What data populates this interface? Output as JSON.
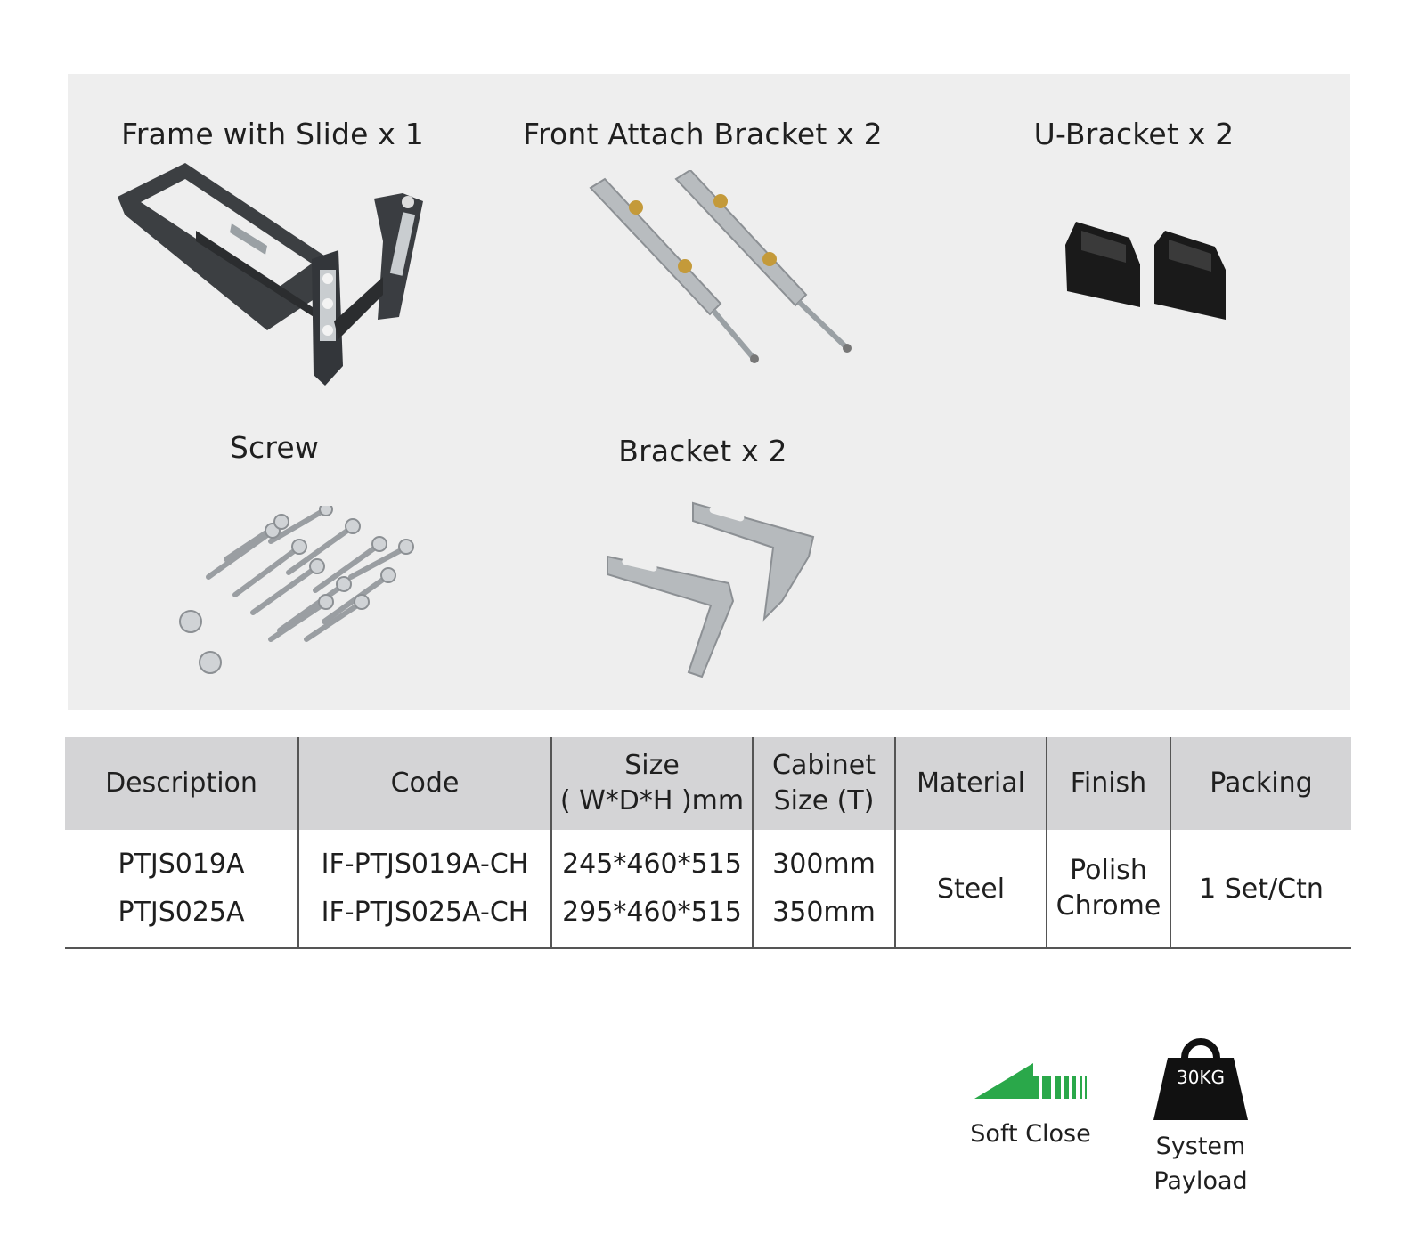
{
  "parts": [
    {
      "title": "Frame with Slide x 1",
      "image": "frame-with-slide"
    },
    {
      "title": "Front Attach Bracket x 2",
      "image": "front-attach-bracket"
    },
    {
      "title": "U-Bracket x 2",
      "image": "u-bracket"
    },
    {
      "title": "Screw",
      "image": "screws"
    },
    {
      "title": "Bracket x 2",
      "image": "l-bracket"
    }
  ],
  "table": {
    "headers": {
      "description": "Description",
      "code": "Code",
      "size_line1": "Size",
      "size_line2": "( W*D*H )mm",
      "cabinet_line1": "Cabinet",
      "cabinet_line2": "Size (T)",
      "material": "Material",
      "finish": "Finish",
      "packing": "Packing"
    },
    "rows": [
      {
        "description": "PTJS019A",
        "code": "IF-PTJS019A-CH",
        "size": "245*460*515",
        "cabinet": "300mm"
      },
      {
        "description": "PTJS025A",
        "code": "IF-PTJS025A-CH",
        "size": "295*460*515",
        "cabinet": "350mm"
      }
    ],
    "material": "Steel",
    "finish_line1": "Polish",
    "finish_line2": "Chrome",
    "packing": "1 Set/Ctn"
  },
  "features": [
    {
      "label": "Soft Close",
      "icon": "soft-close-icon",
      "color": "#2aa84a"
    },
    {
      "label_line1": "System",
      "label_line2": "Payload",
      "icon": "weight-icon",
      "weight_text": "30KG"
    }
  ]
}
